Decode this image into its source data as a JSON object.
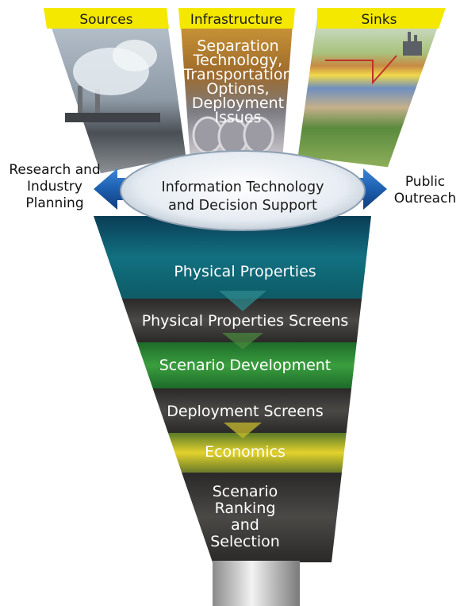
{
  "panels": {
    "sources": {
      "title": "Sources"
    },
    "infrastructure": {
      "title": "Infrastructure",
      "body": [
        "Separation",
        "Technology,",
        "Transportation",
        "Options,",
        "Deployment",
        "Issues"
      ]
    },
    "sinks": {
      "title": "Sinks"
    }
  },
  "side_labels": {
    "left": [
      "Research and",
      "Industry",
      "Planning"
    ],
    "right": [
      "Public",
      "Outreach"
    ]
  },
  "oval": {
    "lines": [
      "Information Technology",
      "and Decision Support"
    ]
  },
  "stages": [
    {
      "lines": [
        "Physical Properties"
      ]
    },
    {
      "lines": [
        "Physical Properties Screens"
      ]
    },
    {
      "lines": [
        "Scenario Development"
      ]
    },
    {
      "lines": [
        "Deployment Screens"
      ]
    },
    {
      "lines": [
        "Economics"
      ]
    },
    {
      "lines": [
        "Scenario",
        "Ranking",
        "and",
        "Selection"
      ]
    }
  ],
  "colors": {
    "banner": "#f5e800",
    "arrow": "#1d5fb0",
    "stage_teal": "#0f6b75",
    "stage_dark": "#3a3937",
    "stage_green": "#2f8f3a",
    "stage_yellow": "#d6c82a"
  }
}
